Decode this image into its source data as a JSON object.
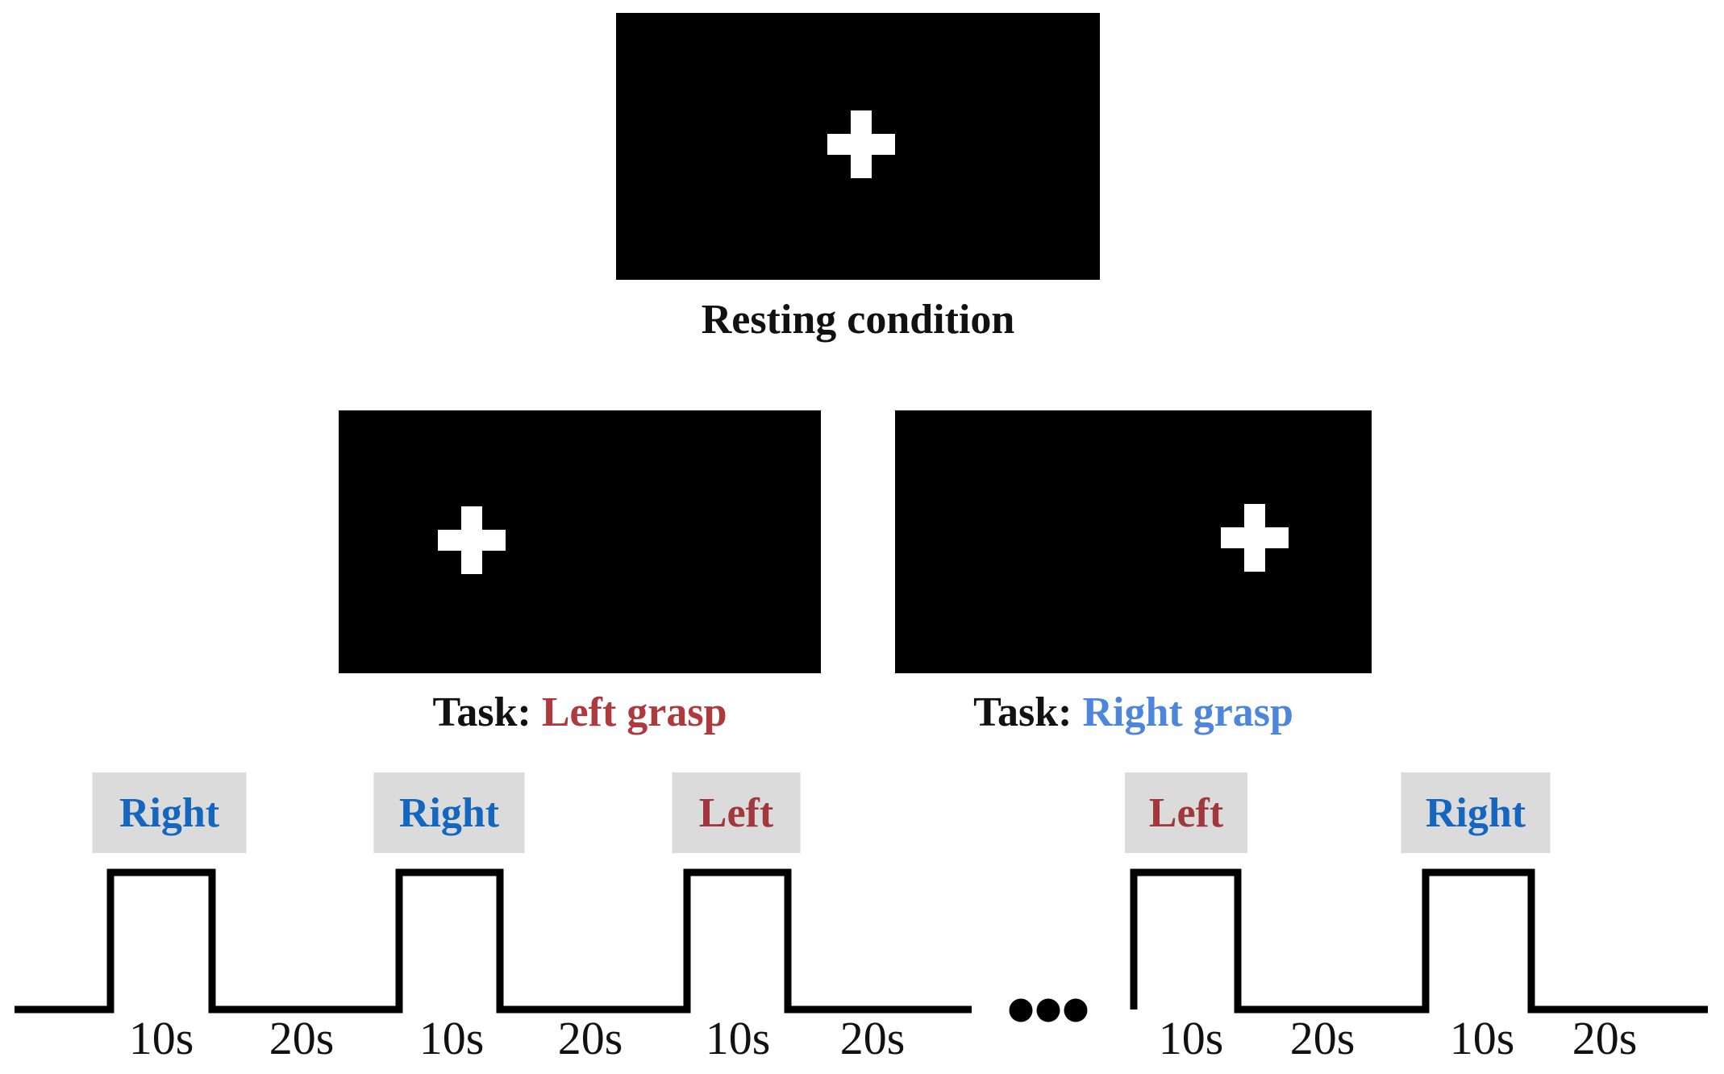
{
  "screens": {
    "resting": {
      "caption": "Resting condition",
      "fixation": "+"
    },
    "left_grasp": {
      "caption_prefix": "Task:",
      "caption_task": "Left grasp",
      "fixation": "+",
      "fixation_position": "left"
    },
    "right_grasp": {
      "caption_prefix": "Task:",
      "caption_task": "Right grasp",
      "fixation": "+",
      "fixation_position": "right"
    }
  },
  "timeline": {
    "blocks": [
      {
        "label": "Right",
        "hand": "right",
        "task_duration": "10s",
        "rest_duration": "20s"
      },
      {
        "label": "Right",
        "hand": "right",
        "task_duration": "10s",
        "rest_duration": "20s"
      },
      {
        "label": "Left",
        "hand": "left",
        "task_duration": "10s",
        "rest_duration": "20s"
      },
      {
        "label": "Left",
        "hand": "left",
        "task_duration": "10s",
        "rest_duration": "20s"
      },
      {
        "label": "Right",
        "hand": "right",
        "task_duration": "10s",
        "rest_duration": "20s"
      }
    ],
    "ellipsis": "..."
  },
  "colors": {
    "block_label_blue": "#1566BF",
    "block_label_red": "#A1383D",
    "task_caption_blue": "#4E86DB",
    "task_caption_red": "#AE3A3F",
    "label_box_bg": "#DBDBDB",
    "screen_bg": "#000000",
    "fixation_cross": "#FFFFFF",
    "waveform_line": "#000000"
  }
}
